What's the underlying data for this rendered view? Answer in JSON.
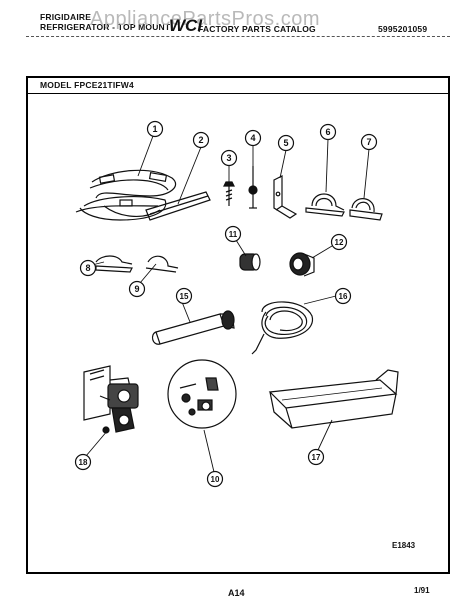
{
  "header": {
    "brand": "FRIGIDAIRE",
    "product_line": "REFRIGERATOR - TOP MOUNT",
    "logo_text": "WCI",
    "catalog_title": "FACTORY PARTS CATALOG",
    "catalog_number": "5995201059",
    "watermark": "AppliancePartsPros.com"
  },
  "model": {
    "label": "MODEL FPCE21TIFW4"
  },
  "callouts": [
    "1",
    "2",
    "3",
    "4",
    "5",
    "6",
    "7",
    "8",
    "9",
    "10",
    "11",
    "12",
    "15",
    "16",
    "17",
    "18"
  ],
  "footer": {
    "figure_code": "E1843",
    "page": "A14",
    "date": "1/91"
  },
  "colors": {
    "ink": "#111111",
    "paper": "#ffffff",
    "watermark": "#b9b9b9",
    "line_light": "#9a9a9a"
  }
}
